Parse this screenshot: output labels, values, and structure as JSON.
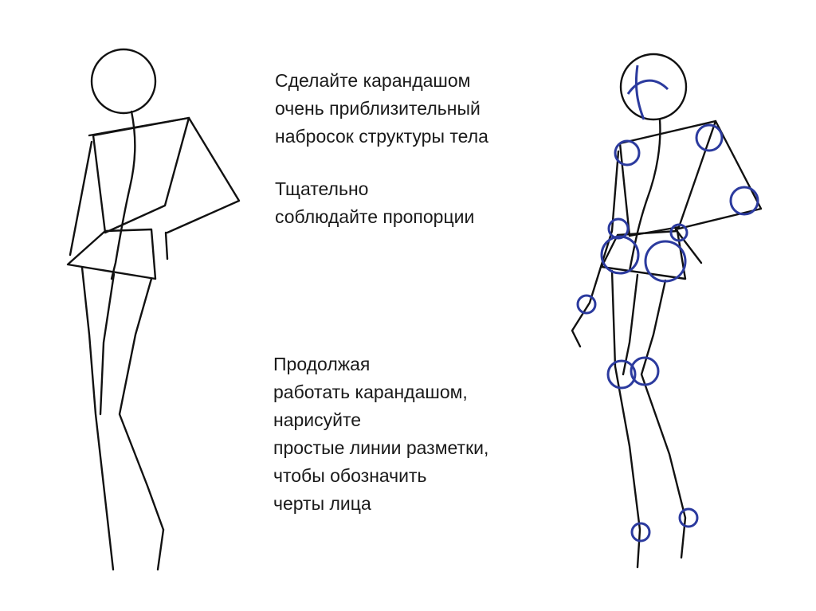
{
  "instructions": {
    "step1": [
      "Сделайте карандашом",
      "очень приблизительный",
      "набросок структуры тела"
    ],
    "step2": [
      "Тщательно",
      "соблюдайте пропорции"
    ],
    "step3": [
      "Продолжая",
      "работать карандашом,",
      "нарисуйте",
      "простые линии разметки,",
      "чтобы обозначить",
      "черты лица"
    ]
  },
  "colors": {
    "line": "#111111",
    "joint": "#2b3a9e",
    "text": "#1a1a1a"
  }
}
